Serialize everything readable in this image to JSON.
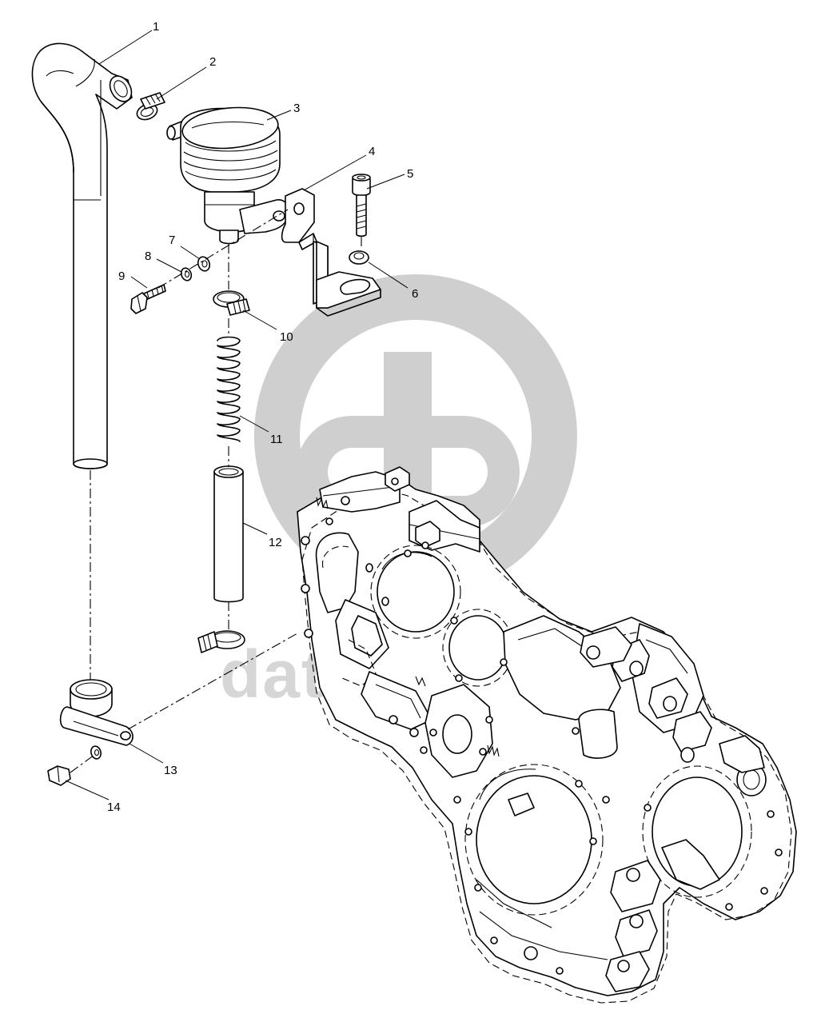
{
  "diagram": {
    "type": "exploded-parts-view",
    "callouts": [
      {
        "id": "callout-1",
        "label": "1"
      },
      {
        "id": "callout-2",
        "label": "2"
      },
      {
        "id": "callout-3",
        "label": "3"
      },
      {
        "id": "callout-4",
        "label": "4"
      },
      {
        "id": "callout-5",
        "label": "5"
      },
      {
        "id": "callout-6",
        "label": "6"
      },
      {
        "id": "callout-7",
        "label": "7"
      },
      {
        "id": "callout-8",
        "label": "8"
      },
      {
        "id": "callout-9",
        "label": "9"
      },
      {
        "id": "callout-10",
        "label": "10"
      },
      {
        "id": "callout-11",
        "label": "11"
      },
      {
        "id": "callout-12",
        "label": "12"
      },
      {
        "id": "callout-13",
        "label": "13"
      },
      {
        "id": "callout-14",
        "label": "14"
      }
    ]
  },
  "watermark": {
    "text": "data-parts",
    "color": "#cfcfcf"
  },
  "colors": {
    "line": "#000000",
    "background": "#ffffff"
  }
}
